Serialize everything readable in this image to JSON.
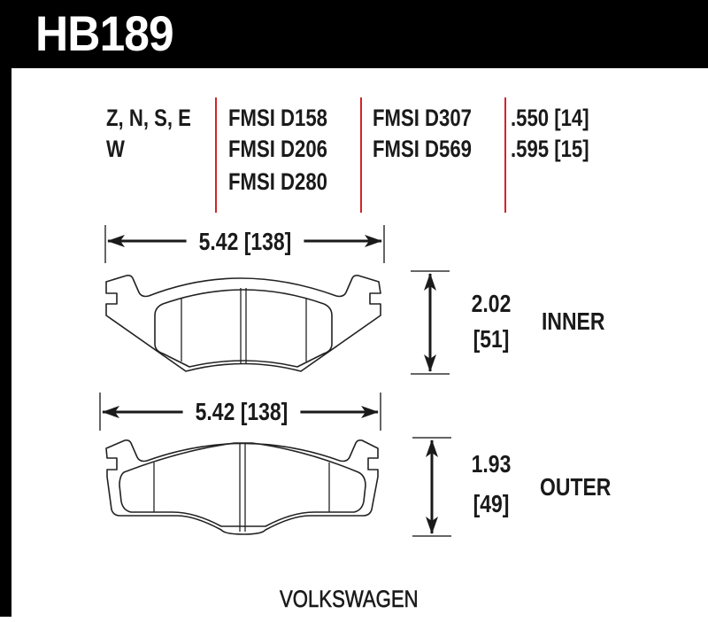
{
  "header": {
    "part_number": "HB189"
  },
  "compounds": {
    "line1": "Z, N, S, E",
    "line2": "W"
  },
  "fmsi_col1": [
    "FMSI D158",
    "FMSI D206",
    "FMSI D280"
  ],
  "fmsi_col2": [
    "FMSI D307",
    "FMSI D569"
  ],
  "thickness": [
    ".550 [14]",
    ".595 [15]"
  ],
  "inner_pad": {
    "width_label": "5.42 [138]",
    "height_in": "2.02",
    "height_mm": "[51]",
    "label": "INNER"
  },
  "outer_pad": {
    "width_label": "5.42 [138]",
    "height_in": "1.93",
    "height_mm": "[49]",
    "label": "OUTER"
  },
  "footer": {
    "make": "VOLKSWAGEN"
  },
  "colors": {
    "header_bg": "#000000",
    "divider_red": "#d2232a",
    "text": "#1a1a1a"
  }
}
